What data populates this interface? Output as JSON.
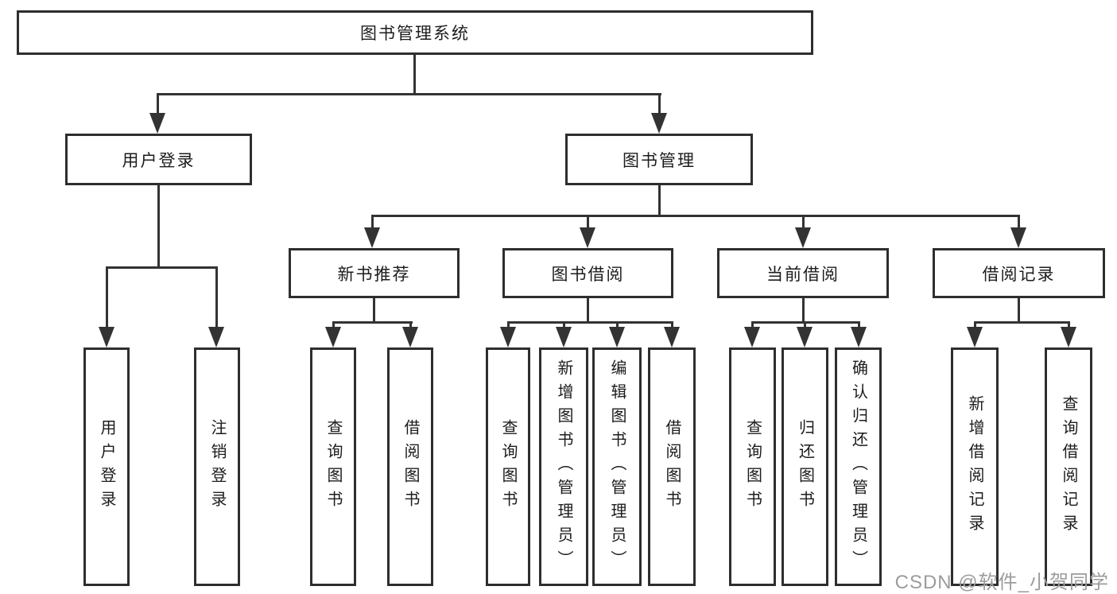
{
  "title": "图书管理系统",
  "watermark": "CSDN @软件_小贺同学",
  "colors": {
    "box_border": "#2e2e2e",
    "connector_line": "#333333",
    "text": "#1c1c1c",
    "watermark": "#9c9c9c",
    "background": "#ffffff"
  },
  "nodes": {
    "root": {
      "label": "图书管理系统"
    },
    "level2": [
      {
        "label": "用户登录"
      },
      {
        "label": "图书管理"
      }
    ],
    "level3": [
      {
        "label": "新书推荐",
        "parent": "图书管理"
      },
      {
        "label": "图书借阅",
        "parent": "图书管理"
      },
      {
        "label": "当前借阅",
        "parent": "图书管理"
      },
      {
        "label": "借阅记录",
        "parent": "图书管理"
      }
    ],
    "leaves": [
      {
        "label": "用户登录",
        "parent": "用户登录"
      },
      {
        "label": "注销登录",
        "parent": "用户登录"
      },
      {
        "label": "查询图书",
        "parent": "新书推荐"
      },
      {
        "label": "借阅图书",
        "parent": "新书推荐"
      },
      {
        "label": "查询图书",
        "parent": "图书借阅"
      },
      {
        "label": "新增图书（管理员）",
        "parent": "图书借阅"
      },
      {
        "label": "编辑图书（管理员）",
        "parent": "图书借阅"
      },
      {
        "label": "借阅图书",
        "parent": "图书借阅"
      },
      {
        "label": "查询图书",
        "parent": "当前借阅"
      },
      {
        "label": "归还图书",
        "parent": "当前借阅"
      },
      {
        "label": "确认归还（管理员）",
        "parent": "当前借阅"
      },
      {
        "label": "新增借阅记录",
        "parent": "借阅记录"
      },
      {
        "label": "查询借阅记录",
        "parent": "借阅记录"
      }
    ]
  }
}
